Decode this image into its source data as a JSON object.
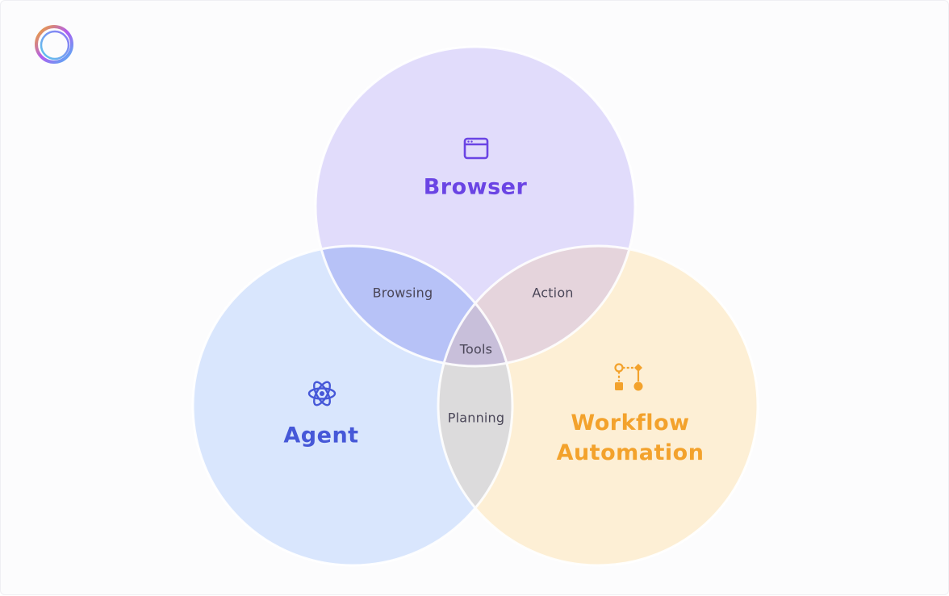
{
  "colors": {
    "browser_fill": "#e1dcfb",
    "agent_fill": "#d9e6fd",
    "workflow_fill": "#fdefd5",
    "browsing_fill": "#b7c2f7",
    "action_fill": "#e5d4dc",
    "planning_fill": "#dcdbdc",
    "tools_fill": "#c8bfda",
    "browser_text": "#6a44e4",
    "agent_text": "#4658d8",
    "workflow_text": "#f3a22c"
  },
  "diagram": {
    "sets": {
      "browser": {
        "label": "Browser",
        "icon": "browser-window-icon"
      },
      "agent": {
        "label": "Agent",
        "icon": "atom-icon"
      },
      "workflow": {
        "label_line1": "Workflow",
        "label_line2": "Automation",
        "icon": "workflow-nodes-icon"
      }
    },
    "intersections": {
      "browser_agent": "Browsing",
      "browser_workflow": "Action",
      "agent_workflow": "Planning",
      "all": "Tools"
    }
  },
  "logo": {
    "icon": "ring-logo-icon"
  }
}
